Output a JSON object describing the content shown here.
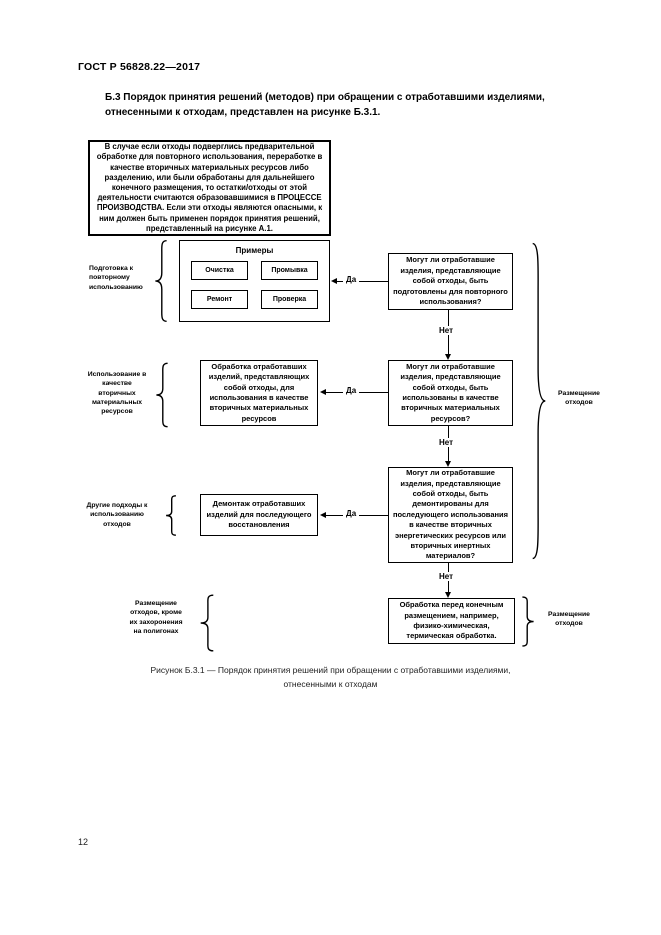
{
  "page": {
    "header": "ГОСТ Р 56828.22—2017",
    "paragraph": "Б.3 Порядок принятия решений (методов) при обращении с отработавшими изделиями, отнесенными к отходам, представлен на рисунке Б.3.1.",
    "caption_line1": "Рисунок Б.3.1 — Порядок принятия решений при обращении с отработавшими изделиями,",
    "caption_line2": "отнесенными к отходам",
    "page_number": "12"
  },
  "flowchart": {
    "note_box": "В случае если отходы подверглись предварительной обработке для повторного использования, переработке в качестве вторичных материальных ресурсов либо разделению, или были обработаны для дальнейшего конечного размещения, то остатки/отходы от этой деятельности считаются образовавшимися в ПРОЦЕССЕ ПРОИЗВОДСТВА. Если эти отходы являются опасными, к ним должен быть применен порядок принятия решений, представленный на рисунке А.1.",
    "examples": {
      "title": "Примеры",
      "items": [
        "Очистка",
        "Промывка",
        "Ремонт",
        "Проверка"
      ]
    },
    "left_labels": {
      "reuse": "Подготовка к повторному использованию",
      "secondary": "Использование в качестве вторичных материальных ресурсов",
      "other": "Другие подходы к использованию отходов",
      "disposal": "Размещение отходов, кроме их захоронения на полигонах"
    },
    "decisions": {
      "d1": "Могут ли отработавшие изделия, представляющие собой отходы, быть подготовлены для повторного использования?",
      "d2": "Могут ли отработавшие изделия, представляющие собой отходы, быть использованы в качестве вторичных материальных ресурсов?",
      "d3": "Могут ли отработавшие изделия, представляющие собой отходы, быть демонтированы для последующего использования в качестве вторичных энергетических ресурсов или вторичных инертных материалов?"
    },
    "actions": {
      "a2": "Обработка отработавших изделий, представляющих собой отходы, для использования в качестве вторичных материальных ресурсов",
      "a3": "Демонтаж отработавших изделий для последующего восстановления",
      "a4": "Обработка перед конечным размещением, например, физико-химическая, термическая обработка."
    },
    "right_labels": {
      "main": "Размещение отходов",
      "bottom": "Размещение отходов"
    },
    "yes": "Да",
    "no": "Нет"
  }
}
